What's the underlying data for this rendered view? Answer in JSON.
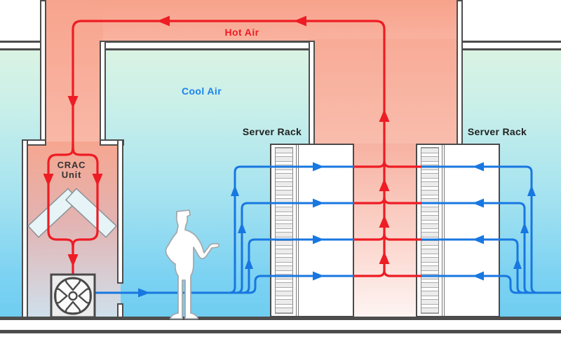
{
  "diagram": {
    "kind": "data-center hot-aisle cooling airflow diagram",
    "labels": {
      "hot_air": "Hot Air",
      "cool_air": "Cool Air",
      "crac_unit": {
        "line1": "CRAC",
        "line2": "Unit"
      },
      "server_rack_left": "Server Rack",
      "server_rack_right": "Server Rack"
    },
    "colors": {
      "hot_flow_line": "#ee1c24",
      "cool_flow_line": "#1877e0",
      "hot_air_label": "#ee1c24",
      "cool_air_label": "#1b82ed",
      "hot_zone": "#f8ab96",
      "cool_zone_top": "#dcf4e2",
      "cool_zone_bottom": "#6fcdf1",
      "hot_aisle_fade": "#fef5f3",
      "wall_outline": "#4d4d4d",
      "rack_body": "#ffffff",
      "heat_exchanger_panel": "#e6f4f8"
    }
  }
}
